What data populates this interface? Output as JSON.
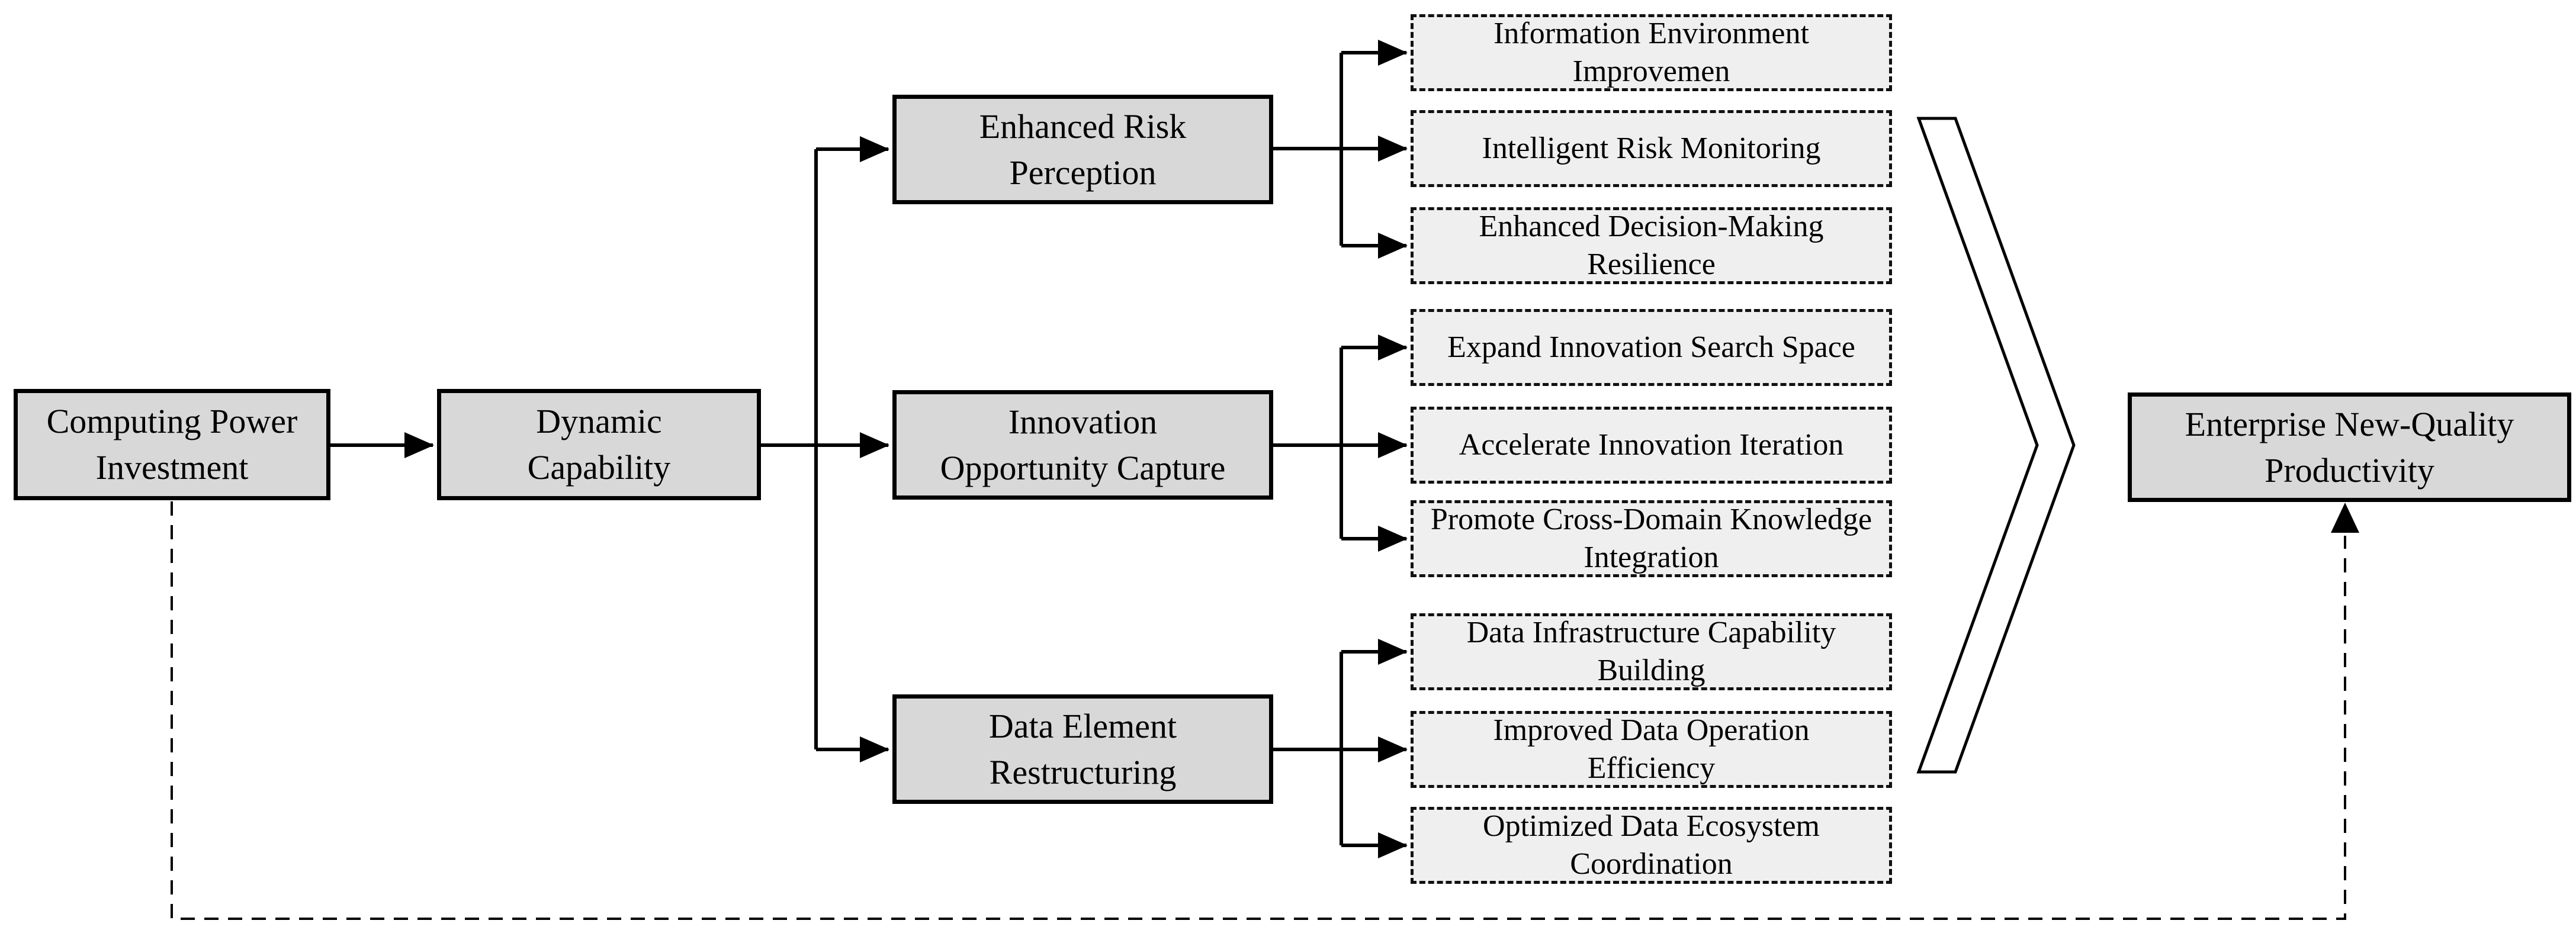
{
  "diagram": {
    "nodes": {
      "computing_power_investment": {
        "label": "Computing Power Investment",
        "lines": [
          "Computing Power",
          "Investment"
        ]
      },
      "dynamic_capability": {
        "label": "Dynamic Capability",
        "lines": [
          "Dynamic",
          "Capability"
        ]
      },
      "enhanced_risk_perception": {
        "label": "Enhanced Risk Perception",
        "lines": [
          "Enhanced Risk",
          "Perception"
        ]
      },
      "innovation_opportunity_capture": {
        "label": "Innovation Opportunity Capture",
        "lines": [
          "Innovation",
          "Opportunity Capture"
        ]
      },
      "data_element_restructuring": {
        "label": "Data Element Restructuring",
        "lines": [
          "Data Element",
          "Restructuring"
        ]
      },
      "enterprise_new_quality_productivity": {
        "label": "Enterprise New-Quality Productivity",
        "lines": [
          "Enterprise New-Quality",
          "Productivity"
        ]
      }
    },
    "outcomes": {
      "risk": [
        "Information Environment Improvemen",
        "Intelligent Risk Monitoring",
        "Enhanced Decision-Making Resilience"
      ],
      "innovation": [
        "Expand Innovation Search Space",
        "Accelerate Innovation Iteration",
        "Promote Cross-Domain Knowledge Integration"
      ],
      "data_elements": [
        "Data Infrastructure Capability Building",
        "Improved Data Operation Efficiency",
        "Optimized Data Ecosystem Coordination"
      ]
    },
    "colors": {
      "solid_box_fill": "#d8d8d8",
      "dashed_box_fill": "#efefef",
      "line_color": "#000000",
      "background": "#ffffff"
    }
  }
}
